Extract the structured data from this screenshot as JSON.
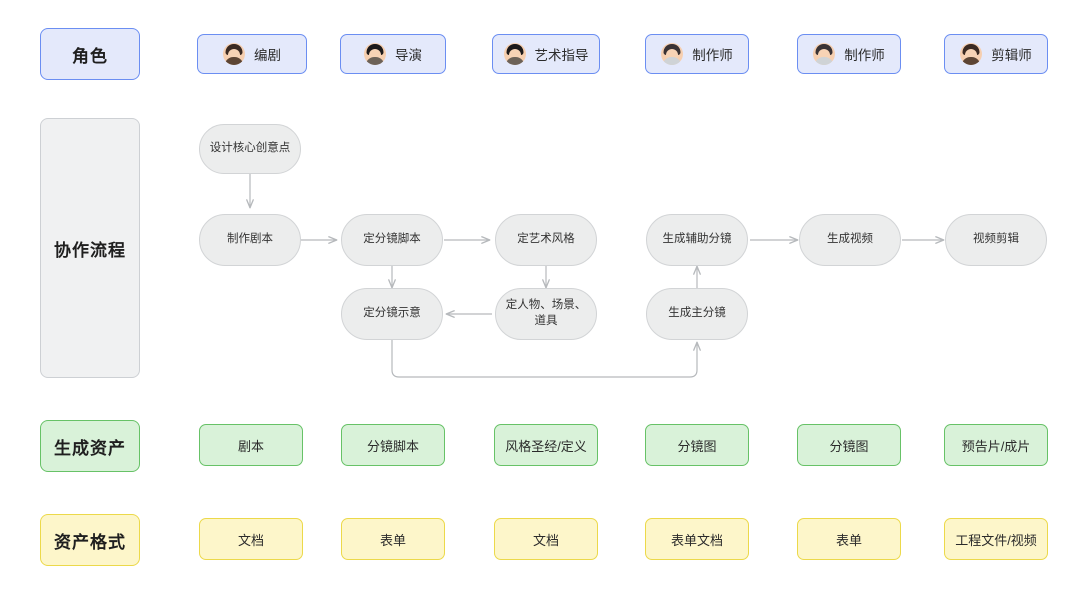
{
  "lanes": [
    {
      "key": "role",
      "label": "角色"
    },
    {
      "key": "flow",
      "label": "协作流程"
    },
    {
      "key": "asset",
      "label": "生成资产"
    },
    {
      "key": "format",
      "label": "资产格式"
    }
  ],
  "roles": [
    {
      "label": "编剧",
      "avatar": "avatar-screenwriter"
    },
    {
      "label": "导演",
      "avatar": "avatar-director"
    },
    {
      "label": "艺术指导",
      "avatar": "avatar-art-director"
    },
    {
      "label": "制作师",
      "avatar": "avatar-producer-1"
    },
    {
      "label": "制作师",
      "avatar": "avatar-producer-2"
    },
    {
      "label": "剪辑师",
      "avatar": "avatar-editor"
    }
  ],
  "flow_nodes": [
    {
      "id": "idea",
      "label": "设计核心创意点"
    },
    {
      "id": "script",
      "label": "制作剧本"
    },
    {
      "id": "storyboard-script",
      "label": "定分镜脚本"
    },
    {
      "id": "art-style",
      "label": "定艺术风格"
    },
    {
      "id": "storyboard-sketch",
      "label": "定分镜示意"
    },
    {
      "id": "characters-scenes-props",
      "label": "定人物、场景、道具"
    },
    {
      "id": "aux-shots",
      "label": "生成辅助分镜"
    },
    {
      "id": "main-shots",
      "label": "生成主分镜"
    },
    {
      "id": "generate-video",
      "label": "生成视频"
    },
    {
      "id": "video-edit",
      "label": "视频剪辑"
    }
  ],
  "assets": [
    "剧本",
    "分镜脚本",
    "风格圣经/定义",
    "分镜图",
    "分镜图",
    "预告片/成片"
  ],
  "formats": [
    "文档",
    "表单",
    "文档",
    "表单文档",
    "表单",
    "工程文件/视频"
  ],
  "colors": {
    "role_fill": "#e4e9fb",
    "role_border": "#6b8ef2",
    "flow_fill": "#f0f1f2",
    "flow_border": "#cdd0d4",
    "asset_fill": "#d9f2d9",
    "asset_border": "#67c267",
    "format_fill": "#fdf6ca",
    "format_border": "#ecd94a",
    "node_fill": "#eceded",
    "node_border": "#d2d4d6",
    "edge": "#b6b9bc",
    "background": "#ffffff"
  }
}
